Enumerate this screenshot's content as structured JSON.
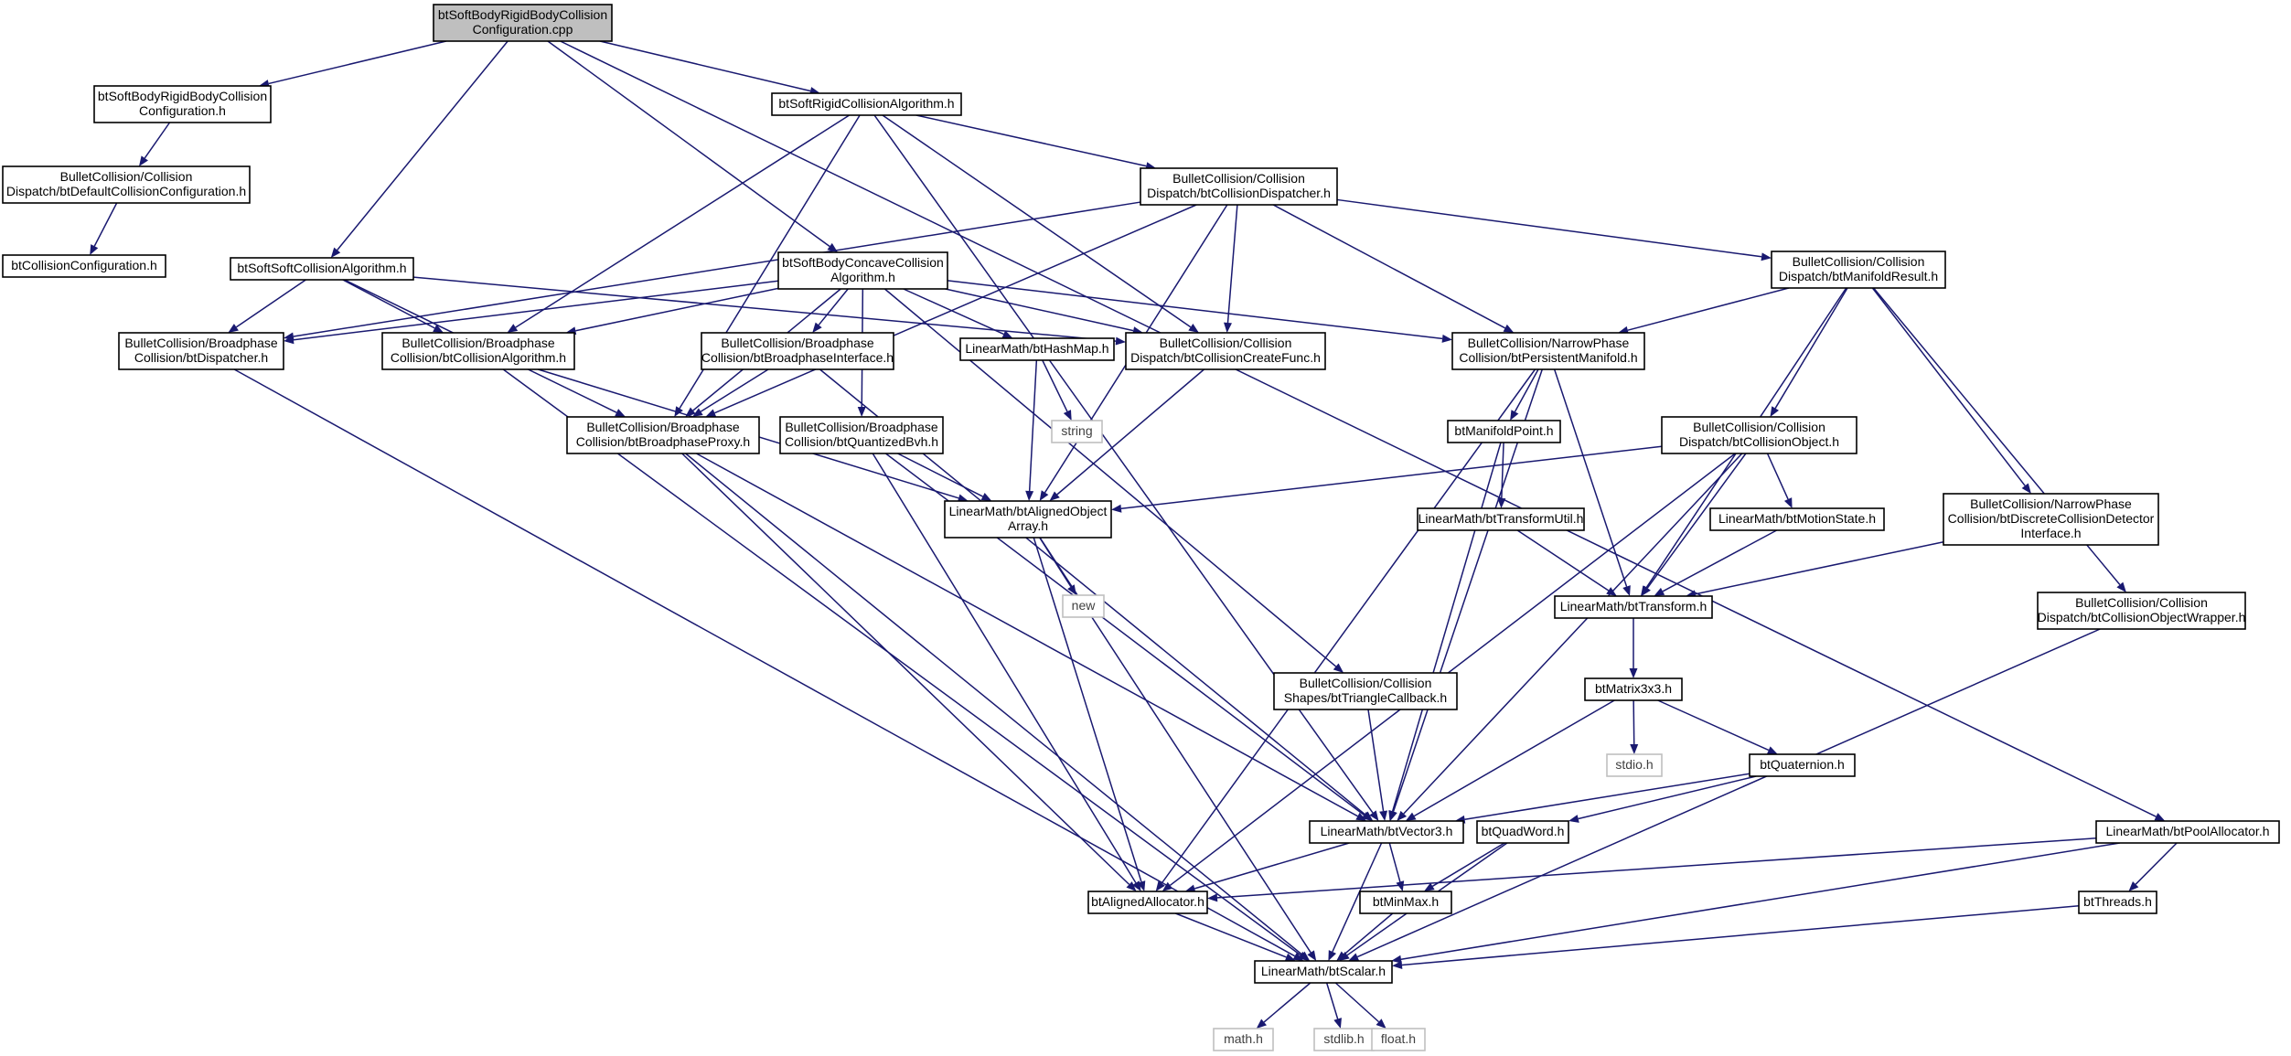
{
  "colors": {
    "edge": "#191970",
    "root_fill": "#bfbfbf",
    "system_border": "#bfbfbf",
    "node_border": "#000000"
  },
  "nodes": [
    {
      "id": "root",
      "lines": [
        "btSoftBodyRigidBodyCollision",
        "Configuration.cpp"
      ],
      "kind": "root"
    },
    {
      "id": "sbrbconf_h",
      "lines": [
        "btSoftBodyRigidBodyCollision",
        "Configuration.h"
      ]
    },
    {
      "id": "defconf",
      "lines": [
        "BulletCollision/Collision",
        "Dispatch/btDefaultCollisionConfiguration.h"
      ]
    },
    {
      "id": "collconf",
      "lines": [
        "btCollisionConfiguration.h"
      ]
    },
    {
      "id": "softsoft",
      "lines": [
        "btSoftSoftCollisionAlgorithm.h"
      ]
    },
    {
      "id": "softrigid",
      "lines": [
        "btSoftRigidCollisionAlgorithm.h"
      ]
    },
    {
      "id": "concave",
      "lines": [
        "btSoftBodyConcaveCollision",
        "Algorithm.h"
      ]
    },
    {
      "id": "dispatcher_cd",
      "lines": [
        "BulletCollision/Collision",
        "Dispatch/btCollisionDispatcher.h"
      ]
    },
    {
      "id": "manifoldresult",
      "lines": [
        "BulletCollision/Collision",
        "Dispatch/btManifoldResult.h"
      ]
    },
    {
      "id": "bp_dispatcher",
      "lines": [
        "BulletCollision/Broadphase",
        "Collision/btDispatcher.h"
      ]
    },
    {
      "id": "bp_collalgo",
      "lines": [
        "BulletCollision/Broadphase",
        "Collision/btCollisionAlgorithm.h"
      ]
    },
    {
      "id": "bp_interface",
      "lines": [
        "BulletCollision/Broadphase",
        "Collision/btBroadphaseInterface.h"
      ]
    },
    {
      "id": "hashmap",
      "lines": [
        "LinearMath/btHashMap.h"
      ]
    },
    {
      "id": "createfunc",
      "lines": [
        "BulletCollision/Collision",
        "Dispatch/btCollisionCreateFunc.h"
      ]
    },
    {
      "id": "persistent",
      "lines": [
        "BulletCollision/NarrowPhase",
        "Collision/btPersistentManifold.h"
      ]
    },
    {
      "id": "string",
      "lines": [
        "string"
      ],
      "kind": "sys"
    },
    {
      "id": "bp_proxy",
      "lines": [
        "BulletCollision/Broadphase",
        "Collision/btBroadphaseProxy.h"
      ]
    },
    {
      "id": "quantbvh",
      "lines": [
        "BulletCollision/Broadphase",
        "Collision/btQuantizedBvh.h"
      ]
    },
    {
      "id": "alignedarray",
      "lines": [
        "LinearMath/btAlignedObject",
        "Array.h"
      ]
    },
    {
      "id": "manifoldpoint",
      "lines": [
        "btManifoldPoint.h"
      ]
    },
    {
      "id": "collobject",
      "lines": [
        "BulletCollision/Collision",
        "Dispatch/btCollisionObject.h"
      ]
    },
    {
      "id": "transformutil",
      "lines": [
        "LinearMath/btTransformUtil.h"
      ]
    },
    {
      "id": "motionstate",
      "lines": [
        "LinearMath/btMotionState.h"
      ]
    },
    {
      "id": "discrete",
      "lines": [
        "BulletCollision/NarrowPhase",
        "Collision/btDiscreteCollisionDetector",
        "Interface.h"
      ]
    },
    {
      "id": "new",
      "lines": [
        "new"
      ],
      "kind": "sys"
    },
    {
      "id": "transform",
      "lines": [
        "LinearMath/btTransform.h"
      ]
    },
    {
      "id": "objwrapper",
      "lines": [
        "BulletCollision/Collision",
        "Dispatch/btCollisionObjectWrapper.h"
      ]
    },
    {
      "id": "tricallback",
      "lines": [
        "BulletCollision/Collision",
        "Shapes/btTriangleCallback.h"
      ]
    },
    {
      "id": "matrix3x3",
      "lines": [
        "btMatrix3x3.h"
      ]
    },
    {
      "id": "stdio",
      "lines": [
        "stdio.h"
      ],
      "kind": "sys"
    },
    {
      "id": "quaternion",
      "lines": [
        "btQuaternion.h"
      ]
    },
    {
      "id": "vector3",
      "lines": [
        "LinearMath/btVector3.h"
      ]
    },
    {
      "id": "quadword",
      "lines": [
        "btQuadWord.h"
      ]
    },
    {
      "id": "poolalloc",
      "lines": [
        "LinearMath/btPoolAllocator.h"
      ]
    },
    {
      "id": "alignedalloc",
      "lines": [
        "btAlignedAllocator.h"
      ]
    },
    {
      "id": "minmax",
      "lines": [
        "btMinMax.h"
      ]
    },
    {
      "id": "threads",
      "lines": [
        "btThreads.h"
      ]
    },
    {
      "id": "scalar",
      "lines": [
        "LinearMath/btScalar.h"
      ]
    },
    {
      "id": "math",
      "lines": [
        "math.h"
      ],
      "kind": "sys"
    },
    {
      "id": "stdlib",
      "lines": [
        "stdlib.h"
      ],
      "kind": "sys"
    },
    {
      "id": "float",
      "lines": [
        "float.h"
      ],
      "kind": "sys"
    }
  ],
  "edges": [
    [
      "root",
      "sbrbconf_h"
    ],
    [
      "root",
      "softsoft"
    ],
    [
      "root",
      "softrigid"
    ],
    [
      "root",
      "concave"
    ],
    [
      "root",
      "poolalloc"
    ],
    [
      "sbrbconf_h",
      "defconf"
    ],
    [
      "defconf",
      "collconf"
    ],
    [
      "softsoft",
      "bp_dispatcher"
    ],
    [
      "softsoft",
      "bp_collalgo"
    ],
    [
      "softsoft",
      "bp_proxy"
    ],
    [
      "softsoft",
      "createfunc"
    ],
    [
      "softrigid",
      "dispatcher_cd"
    ],
    [
      "softrigid",
      "bp_collalgo"
    ],
    [
      "softrigid",
      "bp_proxy"
    ],
    [
      "softrigid",
      "createfunc"
    ],
    [
      "softrigid",
      "vector3"
    ],
    [
      "dispatcher_cd",
      "bp_dispatcher"
    ],
    [
      "dispatcher_cd",
      "bp_proxy"
    ],
    [
      "dispatcher_cd",
      "createfunc"
    ],
    [
      "dispatcher_cd",
      "manifoldresult"
    ],
    [
      "dispatcher_cd",
      "persistent"
    ],
    [
      "dispatcher_cd",
      "alignedarray"
    ],
    [
      "concave",
      "bp_dispatcher"
    ],
    [
      "concave",
      "bp_collalgo"
    ],
    [
      "concave",
      "bp_interface"
    ],
    [
      "concave",
      "hashmap"
    ],
    [
      "concave",
      "createfunc"
    ],
    [
      "concave",
      "persistent"
    ],
    [
      "concave",
      "bp_proxy"
    ],
    [
      "concave",
      "quantbvh"
    ],
    [
      "concave",
      "tricallback"
    ],
    [
      "manifoldresult",
      "persistent"
    ],
    [
      "manifoldresult",
      "collobject"
    ],
    [
      "manifoldresult",
      "transform"
    ],
    [
      "manifoldresult",
      "discrete"
    ],
    [
      "manifoldresult",
      "objwrapper"
    ],
    [
      "bp_dispatcher",
      "scalar"
    ],
    [
      "bp_collalgo",
      "alignedarray"
    ],
    [
      "bp_collalgo",
      "scalar"
    ],
    [
      "bp_interface",
      "bp_proxy"
    ],
    [
      "bp_interface",
      "vector3"
    ],
    [
      "hashmap",
      "string"
    ],
    [
      "hashmap",
      "alignedarray"
    ],
    [
      "createfunc",
      "alignedarray"
    ],
    [
      "persistent",
      "manifoldpoint"
    ],
    [
      "persistent",
      "transform"
    ],
    [
      "persistent",
      "vector3"
    ],
    [
      "persistent",
      "alignedalloc"
    ],
    [
      "bp_proxy",
      "vector3"
    ],
    [
      "bp_proxy",
      "alignedalloc"
    ],
    [
      "bp_proxy",
      "scalar"
    ],
    [
      "quantbvh",
      "alignedarray"
    ],
    [
      "quantbvh",
      "vector3"
    ],
    [
      "quantbvh",
      "alignedalloc"
    ],
    [
      "alignedarray",
      "new"
    ],
    [
      "alignedarray",
      "alignedalloc"
    ],
    [
      "alignedarray",
      "scalar"
    ],
    [
      "manifoldpoint",
      "transformutil"
    ],
    [
      "manifoldpoint",
      "vector3"
    ],
    [
      "collobject",
      "alignedarray"
    ],
    [
      "collobject",
      "motionstate"
    ],
    [
      "collobject",
      "transform"
    ],
    [
      "collobject",
      "alignedalloc"
    ],
    [
      "collobject",
      "vector3"
    ],
    [
      "transformutil",
      "transform"
    ],
    [
      "motionstate",
      "transform"
    ],
    [
      "discrete",
      "transform"
    ],
    [
      "transform",
      "matrix3x3"
    ],
    [
      "objwrapper",
      "scalar"
    ],
    [
      "tricallback",
      "vector3"
    ],
    [
      "matrix3x3",
      "stdio"
    ],
    [
      "matrix3x3",
      "quaternion"
    ],
    [
      "matrix3x3",
      "vector3"
    ],
    [
      "quaternion",
      "vector3"
    ],
    [
      "quaternion",
      "quadword"
    ],
    [
      "vector3",
      "alignedalloc"
    ],
    [
      "vector3",
      "minmax"
    ],
    [
      "vector3",
      "scalar"
    ],
    [
      "quadword",
      "minmax"
    ],
    [
      "quadword",
      "scalar"
    ],
    [
      "poolalloc",
      "alignedalloc"
    ],
    [
      "poolalloc",
      "threads"
    ],
    [
      "poolalloc",
      "scalar"
    ],
    [
      "alignedalloc",
      "scalar"
    ],
    [
      "minmax",
      "scalar"
    ],
    [
      "threads",
      "scalar"
    ],
    [
      "scalar",
      "math"
    ],
    [
      "scalar",
      "stdlib"
    ],
    [
      "scalar",
      "float"
    ]
  ]
}
